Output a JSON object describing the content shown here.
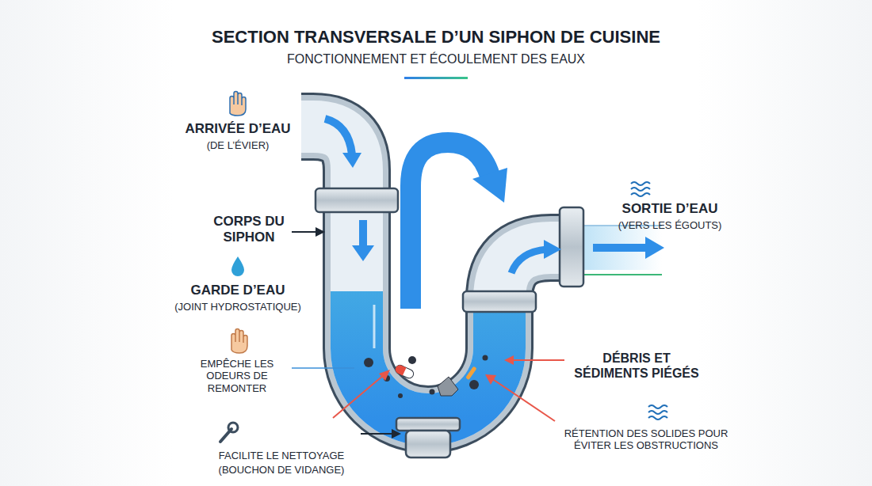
{
  "diagram": {
    "title": "SECTION TRANSVERSALE D’UN SIPHON DE CUISINE",
    "caption": "FONCTIONNEMENT ET ÉCOULEMENT DES EAUX",
    "labels": [
      "ARRIVÉE D’EAU",
      "(DE L’ÉVIER)",
      "CORPS DU SIPHON",
      "GARDE D’EAU",
      "(JOINT HYDROSTATIQUE)",
      "EMPÊCHE LES ODEURS DE REMONTER",
      "FACILITE LE NETTOYAGE",
      "(BOUCHON DE VIDANGE)",
      "SORTIE D’EAU",
      "(VERS LES ÉGOUTS)",
      "DÉBRIS ET SÉDIMENTS PIÉGÉS",
      "RÉTENTION DES SOLIDES POUR ÉVITER LES OBSTRUCTIONS"
    ]
  }
}
